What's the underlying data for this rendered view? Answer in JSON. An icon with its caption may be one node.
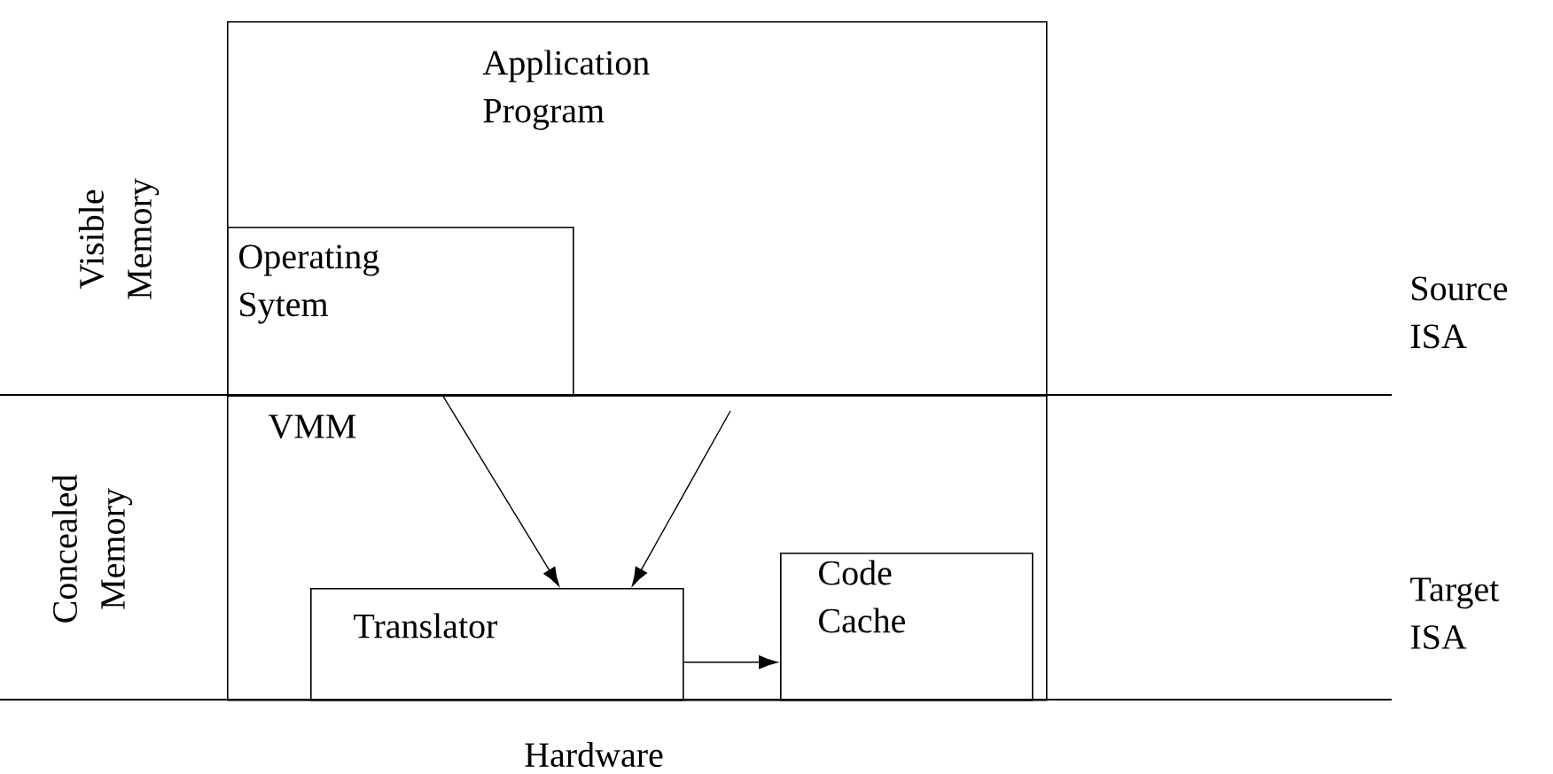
{
  "diagram": {
    "nodes": [
      {
        "text": [
          "Application Program"
        ]
      },
      {
        "text": [
          "Operating Sytem"
        ],
        "in": 0
      },
      {
        "text": [
          "VMM"
        ]
      },
      {
        "text": [
          "Translator"
        ],
        "in": 2
      },
      {
        "text": [
          "Code Cache"
        ],
        "in": 2
      }
    ],
    "edges": [
      {
        "from": 1,
        "to": 3,
        "arrow": "to"
      },
      {
        "from": null,
        "to": 3,
        "arrow": "to"
      },
      {
        "from": 3,
        "to": 4,
        "arrow": "to"
      }
    ],
    "labels": [
      "Visible Memory",
      "Concealed Memory",
      "Source ISA",
      "Target ISA",
      "Hardware"
    ]
  }
}
